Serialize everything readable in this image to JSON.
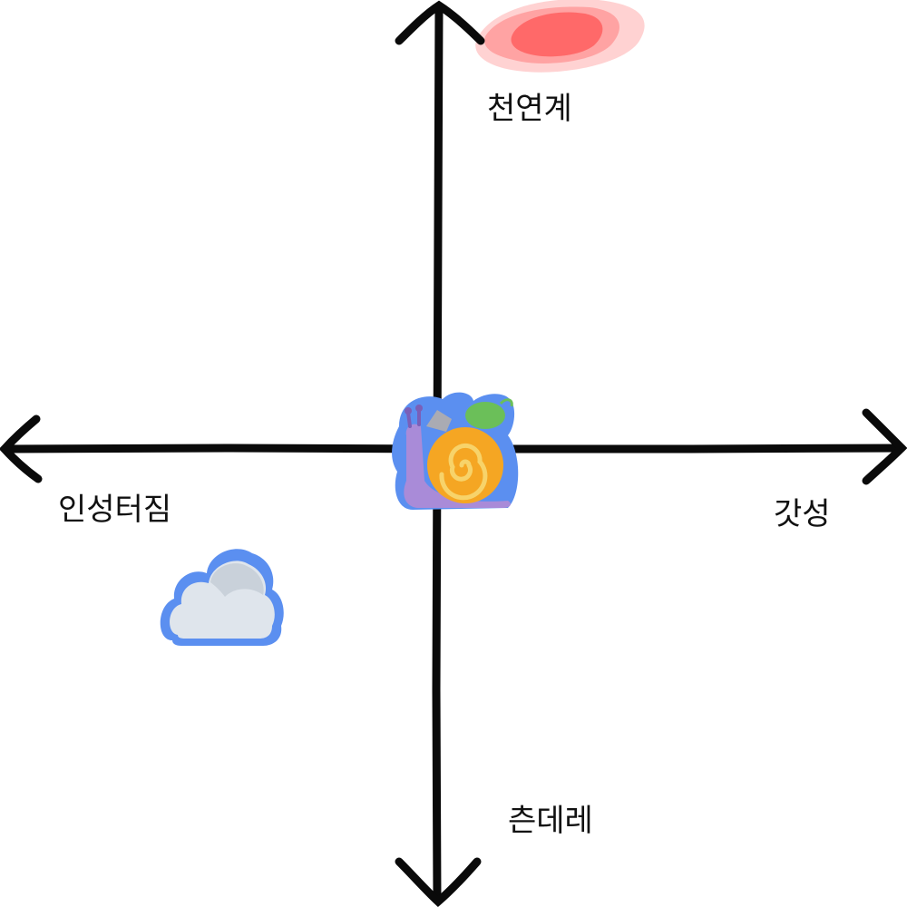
{
  "axes": {
    "top_label": "천연계",
    "bottom_label": "츤데레",
    "left_label": "인성터짐",
    "right_label": "갓성"
  },
  "markers": [
    {
      "icon": "snail-icon"
    },
    {
      "icon": "cloud-icon"
    },
    {
      "icon": "red-smudge-mark"
    }
  ],
  "colors": {
    "axis": "#0a0a0a",
    "sticker_outline": "#5b8ff0",
    "snail_shell": "#f5a623",
    "snail_body": "#a98bd8",
    "snail_leaf": "#6bbf59",
    "cloud": "#dfe5ec",
    "smudge": "#ff4d4d"
  }
}
